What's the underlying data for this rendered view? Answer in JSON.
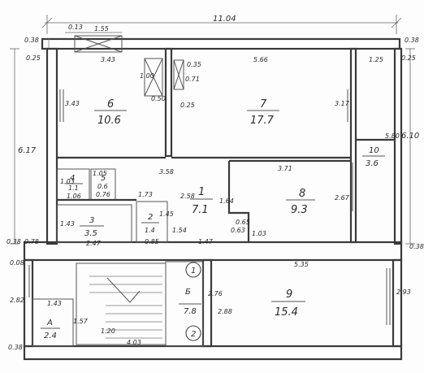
{
  "overall": {
    "width": "11.04"
  },
  "dims": {
    "top_left_wall": "0.38",
    "top_left_gap": "0.25",
    "top_nib": "0.13",
    "top_opening": "1.55",
    "top_right_wall": "0.38",
    "top_right_gap": "0.25",
    "room6_width": "3.43",
    "room7_width": "5.66",
    "room10_width": "1.25",
    "shaft_h": "1.00",
    "shaft_w": "0.50",
    "shaft2_h": "0.71",
    "shaft2_w": "0.35",
    "shaft2_base": "0.25",
    "room6_height": "3.43",
    "room7_height": "3.17",
    "left_total": "6.17",
    "right_inner": "5.80",
    "right_total": "6.10",
    "corridor_width": "3.58",
    "room8_width": "3.71",
    "room4_h": "1.03",
    "room5_h": "1.05",
    "room5_w1": "0.6",
    "room5_w2": "0.76",
    "room1_h": "2.58",
    "room1_top": "1.73",
    "room8_height": "2.67",
    "small_w": "0.65",
    "small_h": "1.64",
    "small_w2": "0.63",
    "small_h2": "1.03",
    "room3_h": "1.43",
    "room3_w": "2.47",
    "room2_h1": "1.45",
    "room2_h2": "1.54",
    "room2_w": "0.85",
    "corridor_h": "1.47",
    "mid_left_wall": "0.38",
    "mid_left_gap": "0.78",
    "mid_right_wall": "0.38",
    "mid_left_thin": "0.08",
    "room9_width": "5.35",
    "bottom_left_h": "2.82",
    "roomA_w": "1.43",
    "roomA_h": "1.57",
    "stair_h": "1.20",
    "stair_w": "4.03",
    "roomB_h": "2.76",
    "room9_height": "2.88",
    "right_bottom_h": "2.93",
    "bottom_left_wall": "0.38"
  },
  "rooms": {
    "r6": {
      "number": "6",
      "area": "10.6"
    },
    "r7": {
      "number": "7",
      "area": "17.7"
    },
    "r10": {
      "number": "10",
      "area": "3.6"
    },
    "r4": {
      "number": "4",
      "area": "1.1"
    },
    "r4_w": "1.06",
    "r5": {
      "number": "5",
      "area": ""
    },
    "r1": {
      "number": "1",
      "area": "7.1"
    },
    "r8": {
      "number": "8",
      "area": "9.3"
    },
    "r3": {
      "number": "3",
      "area": "3.5"
    },
    "r2": {
      "number": "2",
      "area": "1.4"
    },
    "r9": {
      "number": "9",
      "area": "15.4"
    },
    "rA": {
      "number": "A",
      "area": "2.4"
    },
    "rB": {
      "number": "Б",
      "area": "7.8"
    }
  },
  "markers": {
    "m1": "1",
    "m2": "2"
  }
}
